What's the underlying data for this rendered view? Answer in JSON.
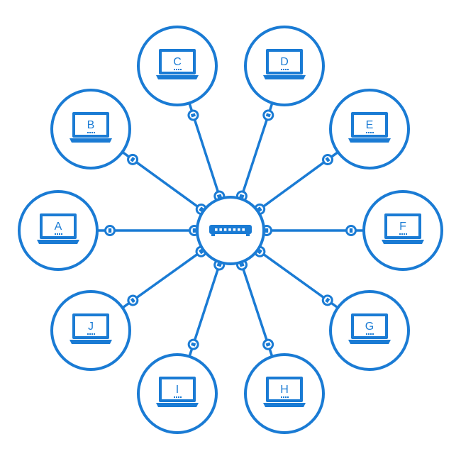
{
  "colors": {
    "line": "#1a7bd4",
    "laptop_fill": "#ffffff",
    "background": "#ffffff"
  },
  "hub": {
    "icon": "network-switch-icon"
  },
  "nodes": [
    {
      "label": "A",
      "icon": "laptop-icon"
    },
    {
      "label": "B",
      "icon": "laptop-icon"
    },
    {
      "label": "C",
      "icon": "laptop-icon"
    },
    {
      "label": "D",
      "icon": "laptop-icon"
    },
    {
      "label": "E",
      "icon": "laptop-icon"
    },
    {
      "label": "F",
      "icon": "laptop-icon"
    },
    {
      "label": "G",
      "icon": "laptop-icon"
    },
    {
      "label": "H",
      "icon": "laptop-icon"
    },
    {
      "label": "I",
      "icon": "laptop-icon"
    },
    {
      "label": "J",
      "icon": "laptop-icon"
    }
  ],
  "connector_icon": "ethernet-port-icon"
}
